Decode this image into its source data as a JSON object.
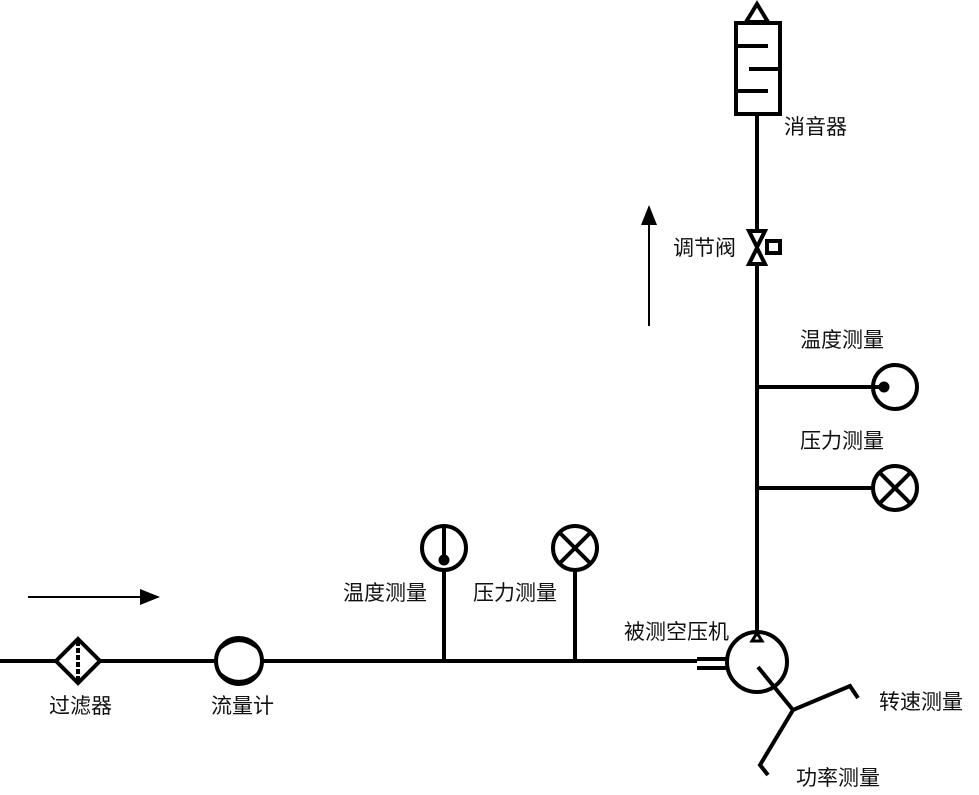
{
  "labels": {
    "silencer": "消音器",
    "valve": "调节阀",
    "temp_top": "温度测量",
    "pressure_top": "压力测量",
    "temp_bottom": "温度测量",
    "pressure_bottom": "压力测量",
    "compressor": "被测空压机",
    "speed": "转速测量",
    "power": "功率测量",
    "filter": "过滤器",
    "flowmeter": "流量计"
  }
}
